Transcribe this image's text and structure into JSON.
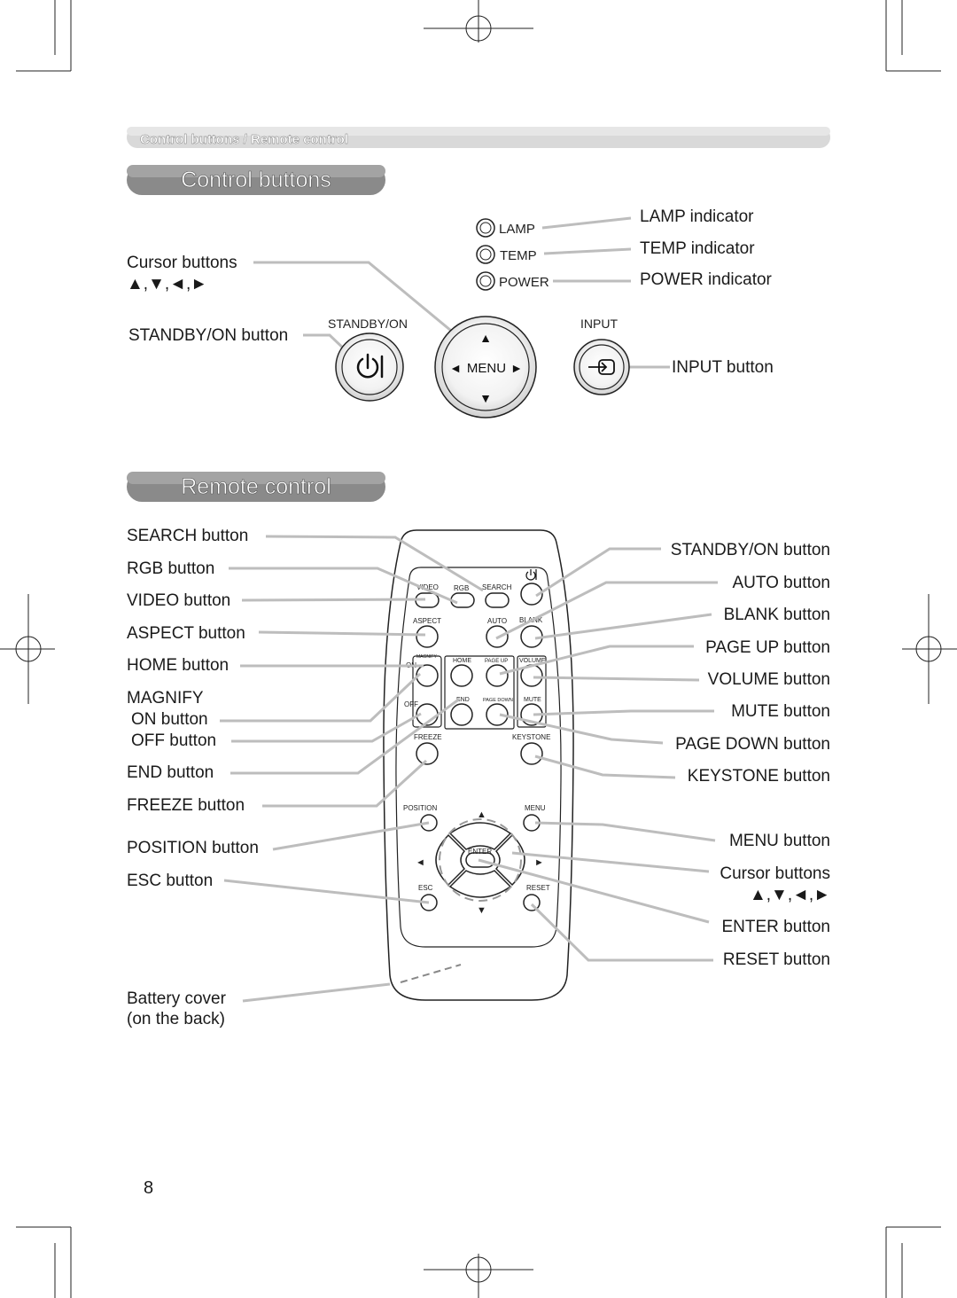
{
  "header": {
    "breadcrumb_part1": "Control buttons",
    "breadcrumb_sep": " / ",
    "breadcrumb_part2": "Remote control"
  },
  "control_section": {
    "title": "Control buttons",
    "indicators": {
      "lamp_label": "LAMP",
      "temp_label": "TEMP",
      "power_label": "POWER"
    },
    "callouts": {
      "lamp_indicator": "LAMP indicator",
      "temp_indicator": "TEMP indicator",
      "power_indicator": "POWER indicator",
      "cursor_buttons": "Cursor buttons",
      "cursor_arrows": "▲,▼,◄,►",
      "standby_button": "STANDBY/ON button",
      "input_button": "INPUT button"
    },
    "panel_labels": {
      "standby": "STANDBY/ON",
      "input": "INPUT",
      "menu": "MENU",
      "left_arrow": "◄",
      "right_arrow": "►",
      "up_arrow": "▲",
      "down_arrow": "▼"
    }
  },
  "remote_section": {
    "title": "Remote control",
    "left_callouts": {
      "search": "SEARCH button",
      "rgb": "RGB button",
      "video": "VIDEO button",
      "aspect": "ASPECT button",
      "home": "HOME button",
      "magnify": "MAGNIFY",
      "magnify_on": "ON button",
      "magnify_off": "OFF button",
      "end": "END button",
      "freeze": "FREEZE button",
      "position": "POSITION button",
      "esc": "ESC button",
      "battery_line1": "Battery cover",
      "battery_line2": "(on the back)"
    },
    "right_callouts": {
      "standby": "STANDBY/ON button",
      "auto": "AUTO button",
      "blank": "BLANK button",
      "page_up": "PAGE UP button",
      "volume": "VOLUME button",
      "mute": "MUTE button",
      "page_down": "PAGE DOWN button",
      "keystone": "KEYSTONE button",
      "menu": "MENU button",
      "cursor": "Cursor buttons",
      "cursor_arrows": "▲,▼,◄,►",
      "enter": "ENTER button",
      "reset": "RESET button"
    },
    "remote_labels": {
      "video": "VIDEO",
      "rgb": "RGB",
      "search": "SEARCH",
      "aspect": "ASPECT",
      "auto": "AUTO",
      "blank": "BLANK",
      "magnify": "MAGNIFY",
      "on": "ON",
      "off": "OFF",
      "home": "HOME",
      "page_up": "PAGE UP",
      "volume": "VOLUME",
      "end": "END",
      "page_down": "PAGE DOWN",
      "mute": "MUTE",
      "freeze": "FREEZE",
      "keystone": "KEYSTONE",
      "position": "POSITION",
      "menu": "MENU",
      "enter": "ENTER",
      "esc": "ESC",
      "reset": "RESET",
      "up": "▲",
      "down": "▼",
      "left": "◄",
      "right": "►"
    }
  },
  "footer": {
    "page_number": "8"
  }
}
